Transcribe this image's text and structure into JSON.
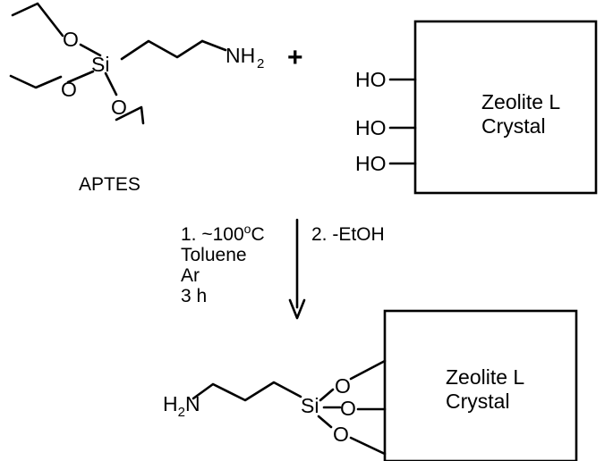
{
  "reactant": {
    "o1": "O",
    "si": "Si",
    "o2": "O",
    "o3": "O",
    "nh": "NH",
    "nh_sub": "2",
    "name": "APTES"
  },
  "plus": "+",
  "zeolite_top": {
    "line1": "Zeolite L",
    "line2": "Crystal",
    "ho1": "HO",
    "ho2": "HO",
    "ho3": "HO"
  },
  "conditions": {
    "step1_prefix": "1. ~100",
    "step1_deg": "o",
    "step1_unit": "C",
    "step1_solvent": "Toluene",
    "step1_atm": "Ar",
    "step1_time": "3 h",
    "step2": "2. -EtOH"
  },
  "product": {
    "h": "H",
    "h_sub": "2",
    "n": "N",
    "si": "Si",
    "o1": "O",
    "o2": "O",
    "o3": "O",
    "line1": "Zeolite L",
    "line2": "Crystal"
  }
}
